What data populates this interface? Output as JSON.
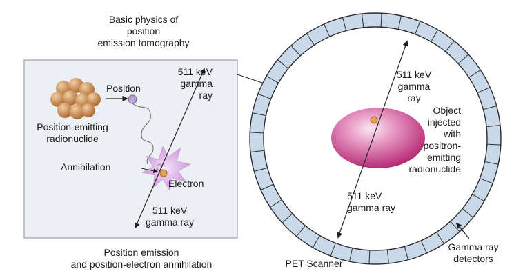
{
  "title_lines": [
    "Basic physics of",
    "position",
    "emission tomography"
  ],
  "left_panel": {
    "gamma_top_lines": [
      "511 keV",
      "gamma",
      "ray"
    ],
    "position_label": "Position",
    "nuclide_lines": [
      "Position-emitting",
      "radionuclide"
    ],
    "annihilation_label": "Annihilation",
    "electron_label": "Electron",
    "gamma_bottom_lines": [
      "511 keV",
      "gamma ray"
    ]
  },
  "left_caption_lines": [
    "Position emission",
    "and position-electron annihilation"
  ],
  "scanner": {
    "gamma_top_lines": [
      "511 keV",
      "gamma",
      "ray"
    ],
    "object_lines": [
      "Object",
      "injected",
      "with",
      "positron-",
      "emitting",
      "radionuclide"
    ],
    "gamma_bottom_lines": [
      "511 keV",
      "gamma ray"
    ],
    "detector_lines": [
      "Gamma ray",
      "detectors"
    ],
    "caption": "PET Scanner"
  },
  "colors": {
    "panel_bg": "#eceff3",
    "panel_border": "#9aa0a8",
    "ring_fill": "#c9d9ea",
    "ring_stroke": "#2b2b2b",
    "nucleus": "#c98a4a",
    "positron": "#b9a6d6",
    "burst": "#d9a6e6",
    "object_center": "#f4d0e6",
    "object_edge": "#b01e6e"
  }
}
